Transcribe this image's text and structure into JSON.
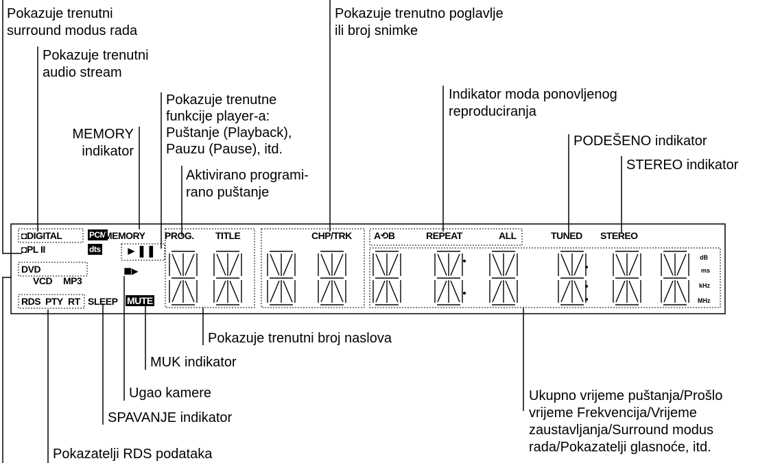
{
  "labels": {
    "surround": "Pokazuje trenutni\nsurround modus rada",
    "audio_stream": "Pokazuje trenutni\naudio stream",
    "memory": "MEMORY\nindikator",
    "player_functions": "Pokazuje trenutne\nfunkcije player-a:\nPuštanje (Playback),\nPauzu (Pause), itd.",
    "program": "Aktivirano programi-\nrano puštanje",
    "chapter": "Pokazuje trenutno poglavlje\nili broj snimke",
    "repeat": "Indikator moda ponovljenog\nreproduciranja",
    "tuned": "PODEŠENO indikator",
    "stereo": "STEREO indikator",
    "title_number": "Pokazuje trenutni broj naslova",
    "mute": "MUK indikator",
    "camera": "Ugao kamere",
    "sleep": "SPAVANJE indikator",
    "rds": "Pokazatelji RDS podataka",
    "time": "Ukupno vrijeme puštanja/Prošlo\nvrijeme Frekvencija/Vrijeme\nzaustavljanja/Surround modus\nrada/Pokazatelji glasnoće, itd."
  },
  "display": {
    "digital": "DIGITAL",
    "pl2": "PL II",
    "pcm": "PCM",
    "dts": "dts",
    "memory": "MEMORY",
    "prog": "PROG.",
    "title": "TITLE",
    "dvd": "DVD",
    "vcd": "VCD",
    "mp3": "MP3",
    "rds": "RDS",
    "pty": "PTY",
    "rt": "RT",
    "sleep": "SLEEP",
    "mute": "MUTE",
    "chp_trk": "CHP/TRK",
    "a": "A",
    "b": "B",
    "repeat": "REPEAT",
    "all": "ALL",
    "tuned": "TUNED",
    "stereo": "STEREO",
    "units": {
      "db": "dB",
      "ms": "ms",
      "khz": "kHz",
      "mhz": "MHz"
    }
  }
}
